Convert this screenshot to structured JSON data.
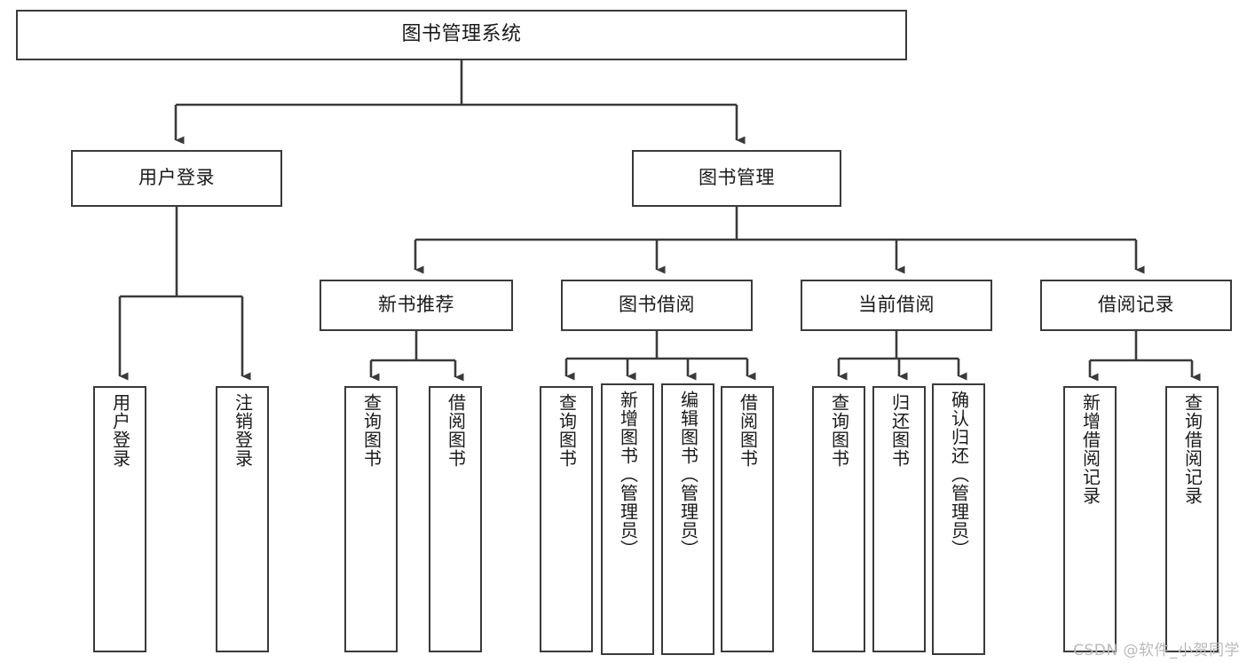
{
  "diagram": {
    "type": "tree-hierarchy",
    "title": "图书管理系统",
    "watermark": "CSDN @软件_小贺同学",
    "colors": {
      "box_border": "#3a3a3a",
      "box_fill": "#ffffff",
      "connector": "#3a3a3a",
      "text": "#1a1a1a",
      "watermark": "#b9b9b9"
    },
    "nodes": {
      "root": {
        "label": "图书管理系统"
      },
      "level1": [
        {
          "id": "user-login",
          "label": "用户登录"
        },
        {
          "id": "book-manage",
          "label": "图书管理"
        }
      ],
      "level2": [
        {
          "id": "new-book-recommend",
          "label": "新书推荐"
        },
        {
          "id": "book-borrow",
          "label": "图书借阅"
        },
        {
          "id": "current-borrow",
          "label": "当前借阅"
        },
        {
          "id": "borrow-record",
          "label": "借阅记录"
        }
      ],
      "leaves": {
        "user_login": [
          {
            "id": "leaf-user-login",
            "label": "用户登录"
          },
          {
            "id": "leaf-logout-login",
            "label": "注销登录"
          }
        ],
        "new_book_recommend": [
          {
            "id": "leaf-query-book-1",
            "label": "查询图书"
          },
          {
            "id": "leaf-borrow-book-1",
            "label": "借阅图书"
          }
        ],
        "book_borrow": [
          {
            "id": "leaf-query-book-2",
            "label": "查询图书"
          },
          {
            "id": "leaf-add-book",
            "label": "新增图书（管理员）"
          },
          {
            "id": "leaf-edit-book",
            "label": "编辑图书（管理员）"
          },
          {
            "id": "leaf-borrow-book-2",
            "label": "借阅图书"
          }
        ],
        "current_borrow": [
          {
            "id": "leaf-query-book-3",
            "label": "查询图书"
          },
          {
            "id": "leaf-return-book",
            "label": "归还图书"
          },
          {
            "id": "leaf-confirm-return",
            "label": "确认归还（管理员）"
          }
        ],
        "borrow_record": [
          {
            "id": "leaf-add-record",
            "label": "新增借阅记录"
          },
          {
            "id": "leaf-query-record",
            "label": "查询借阅记录"
          }
        ]
      }
    }
  }
}
